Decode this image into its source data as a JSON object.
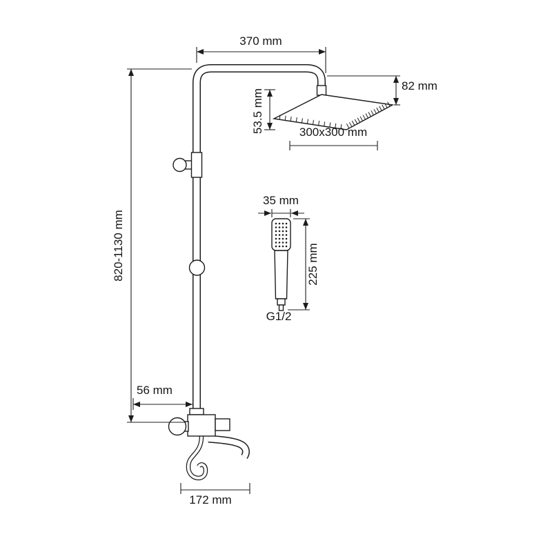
{
  "drawing": {
    "labels": {
      "top_width": "370 mm",
      "head_offset": "82 mm",
      "head_drop": "53.5 mm",
      "head_size": "300x300 mm",
      "hand_width": "35 mm",
      "hand_length": "225 mm",
      "thread": "G1/2",
      "column_height": "820-1130 mm",
      "wall_distance": "56 mm",
      "spout_length": "172 mm"
    }
  }
}
